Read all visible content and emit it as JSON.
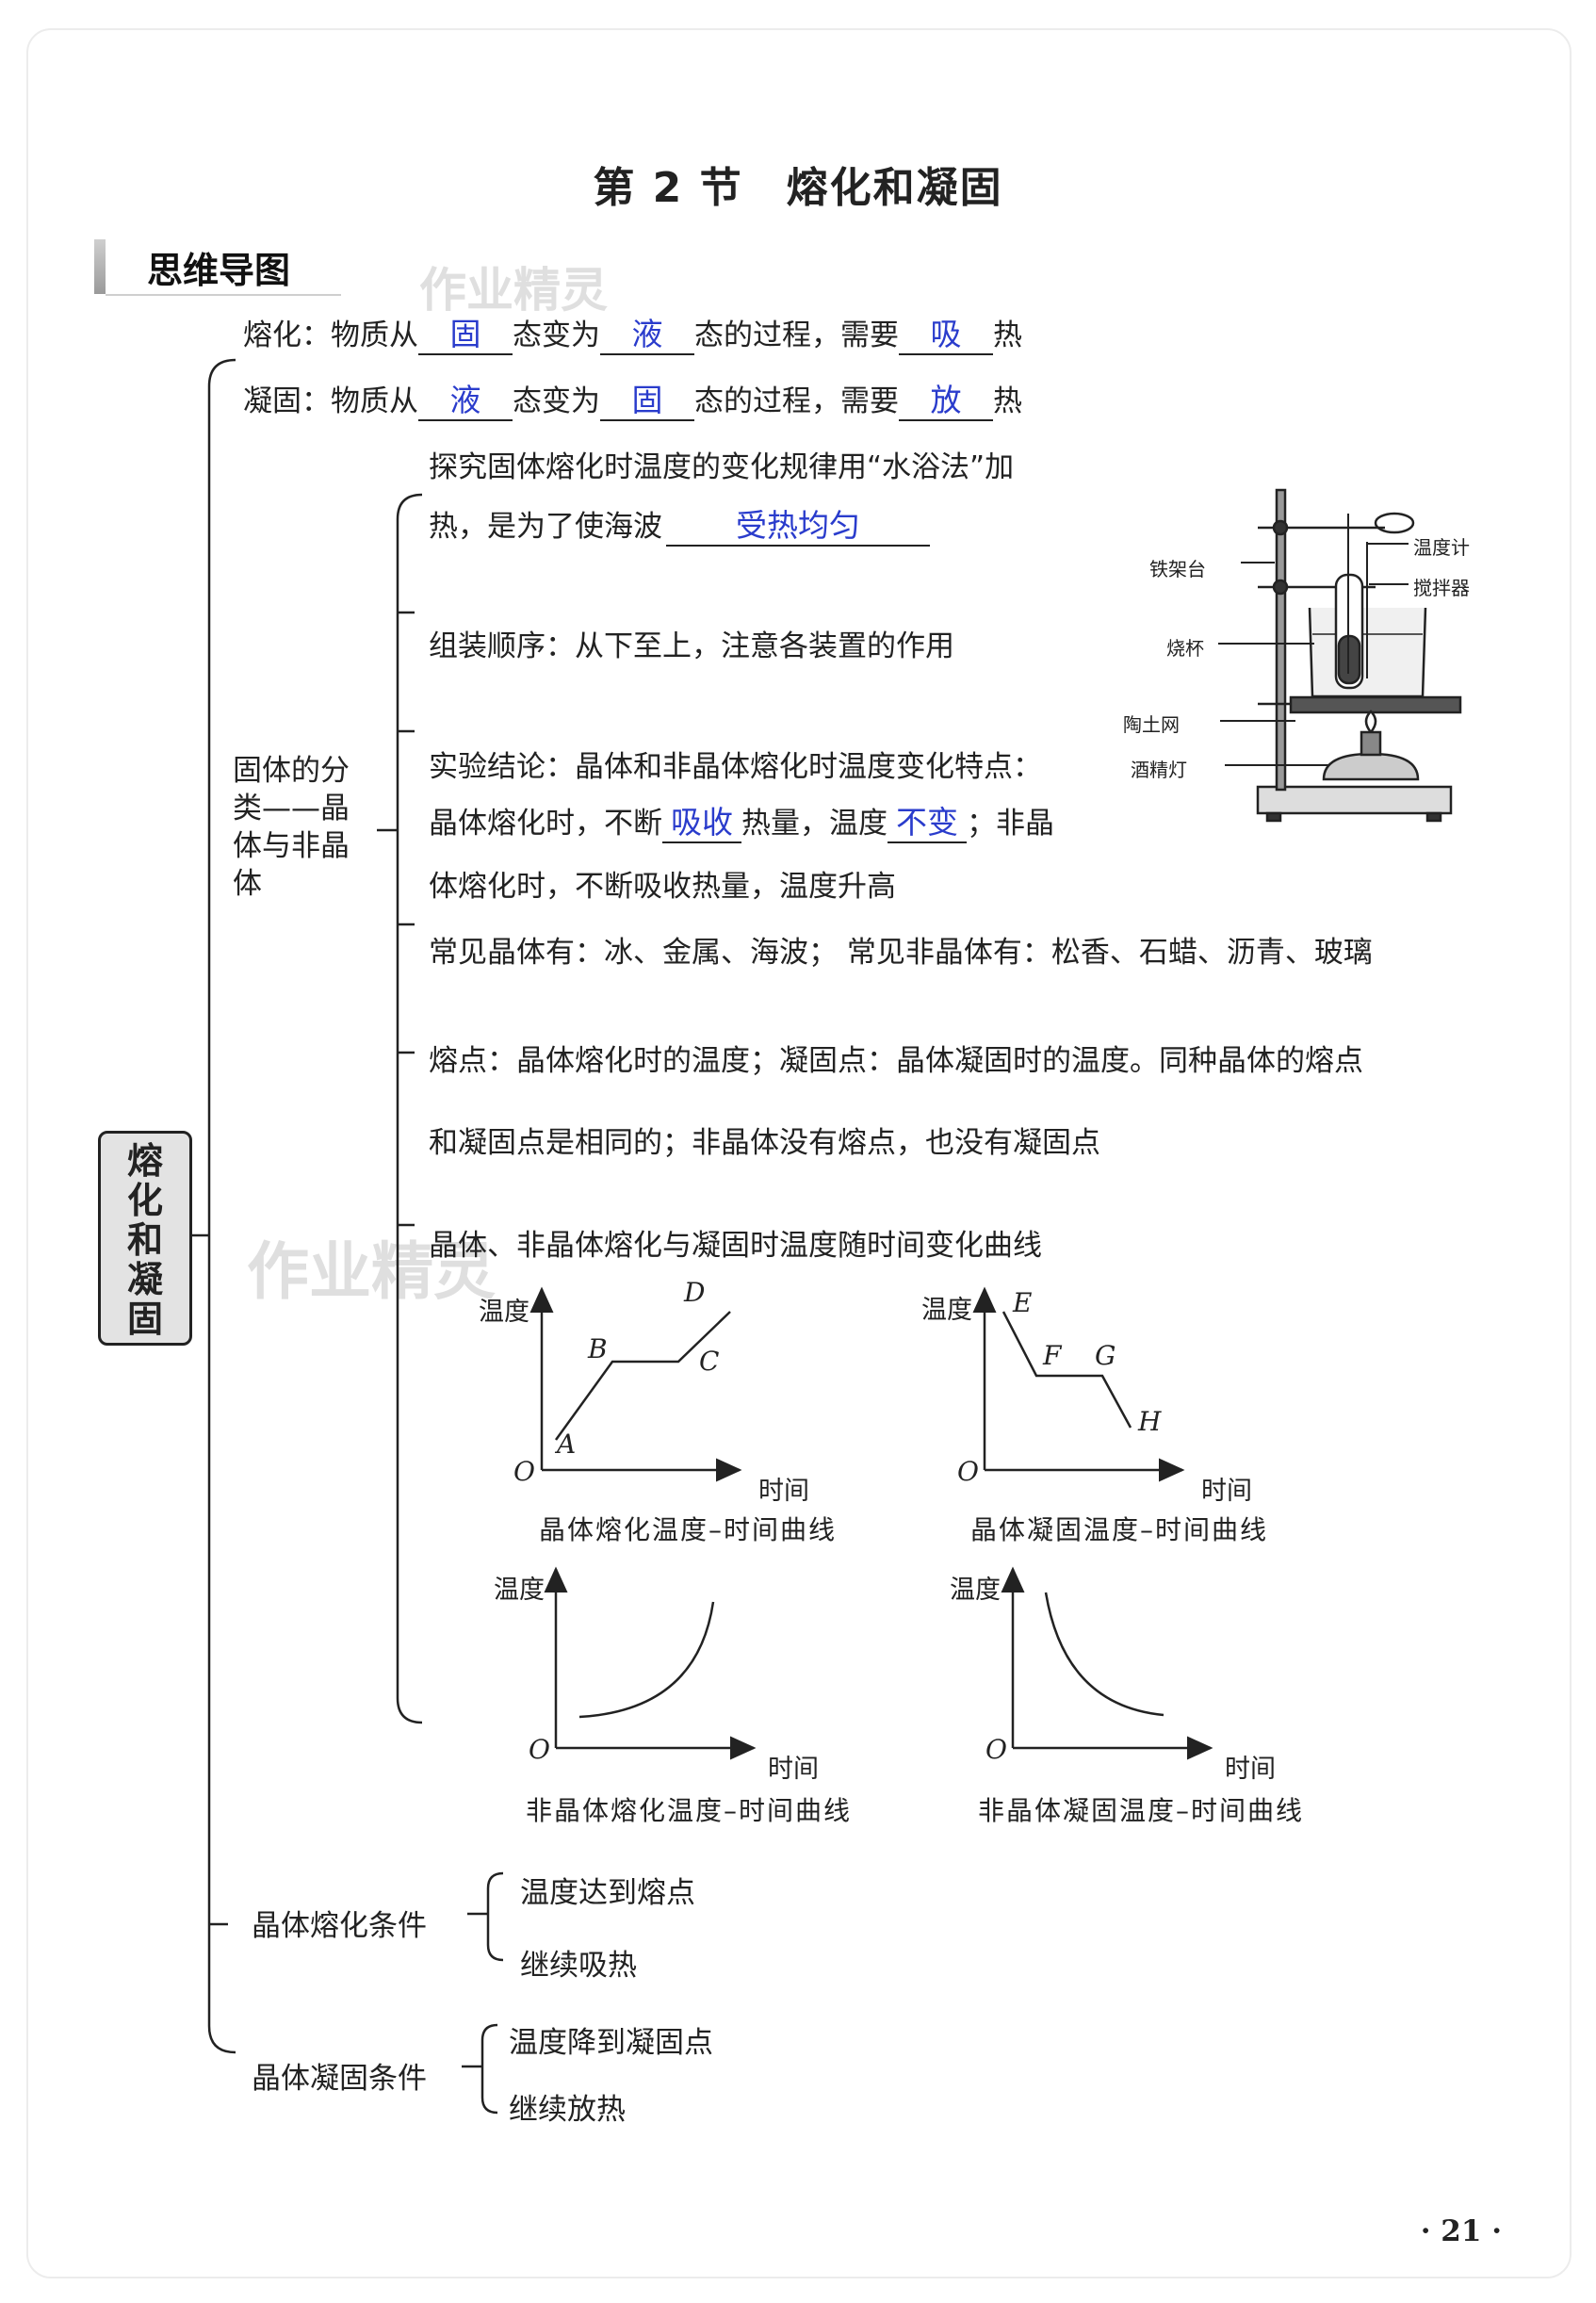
{
  "title": "第 2 节　熔化和凝固",
  "section_heading": "思维导图",
  "watermark": "作业精灵",
  "root": "熔化和凝固",
  "melting": {
    "prefix": "熔化：物质从",
    "a1": "固",
    "mid1": "态变为",
    "a2": "液",
    "mid2": "态的过程，需要",
    "a3": "吸",
    "suffix": "热"
  },
  "solidifying": {
    "prefix": "凝固：物质从",
    "a1": "液",
    "mid1": "态变为",
    "a2": "固",
    "mid2": "态的过程，需要",
    "a3": "放",
    "suffix": "热"
  },
  "branch_label": [
    "固体的分",
    "类——晶",
    "体与非晶",
    "体"
  ],
  "water_bath": {
    "line1": "探究固体熔化时温度的变化规律用“水浴法”加",
    "line2": "热，是为了使海波",
    "answer": "受热均匀"
  },
  "assembly": "组装顺序：从下至上，注意各装置的作用",
  "conclusion": {
    "line1": "实验结论：晶体和非晶体熔化时温度变化特点：",
    "line2a": "晶体熔化时，不断",
    "a1": "吸收",
    "line2b": "热量，温度",
    "a2": "不变",
    "line2c": "；非晶",
    "line3": "体熔化时，不断吸收热量，温度升高"
  },
  "apparatus_labels": {
    "stand": "铁架台",
    "thermometer": "温度计",
    "stirrer": "搅拌器",
    "beaker": "烧杯",
    "gauze": "陶土网",
    "lamp": "酒精灯"
  },
  "common": "常见晶体有：冰、金属、海波；  常见非晶体有：松香、石蜡、沥青、玻璃",
  "melting_point": {
    "line1": "熔点：晶体熔化时的温度；凝固点：晶体凝固时的温度。同种晶体的熔点",
    "line2": "和凝固点是相同的；非晶体没有熔点，也没有凝固点"
  },
  "curves_heading": "晶体、非晶体熔化与凝固时温度随时间变化曲线",
  "axis": {
    "y": "温度",
    "x": "时间",
    "origin": "O"
  },
  "graphs": [
    {
      "caption": "晶体熔化温度–时间曲线",
      "points": [
        "A",
        "B",
        "C",
        "D"
      ]
    },
    {
      "caption": "晶体凝固温度–时间曲线",
      "points": [
        "E",
        "F",
        "G",
        "H"
      ]
    },
    {
      "caption": "非晶体熔化温度–时间曲线",
      "points": []
    },
    {
      "caption": "非晶体凝固温度–时间曲线",
      "points": []
    }
  ],
  "melt_condition": {
    "label": "晶体熔化条件",
    "items": [
      "温度达到熔点",
      "继续吸热"
    ]
  },
  "solid_condition": {
    "label": "晶体凝固条件",
    "items": [
      "温度降到凝固点",
      "继续放热"
    ]
  },
  "page_number": "· 21 ·"
}
